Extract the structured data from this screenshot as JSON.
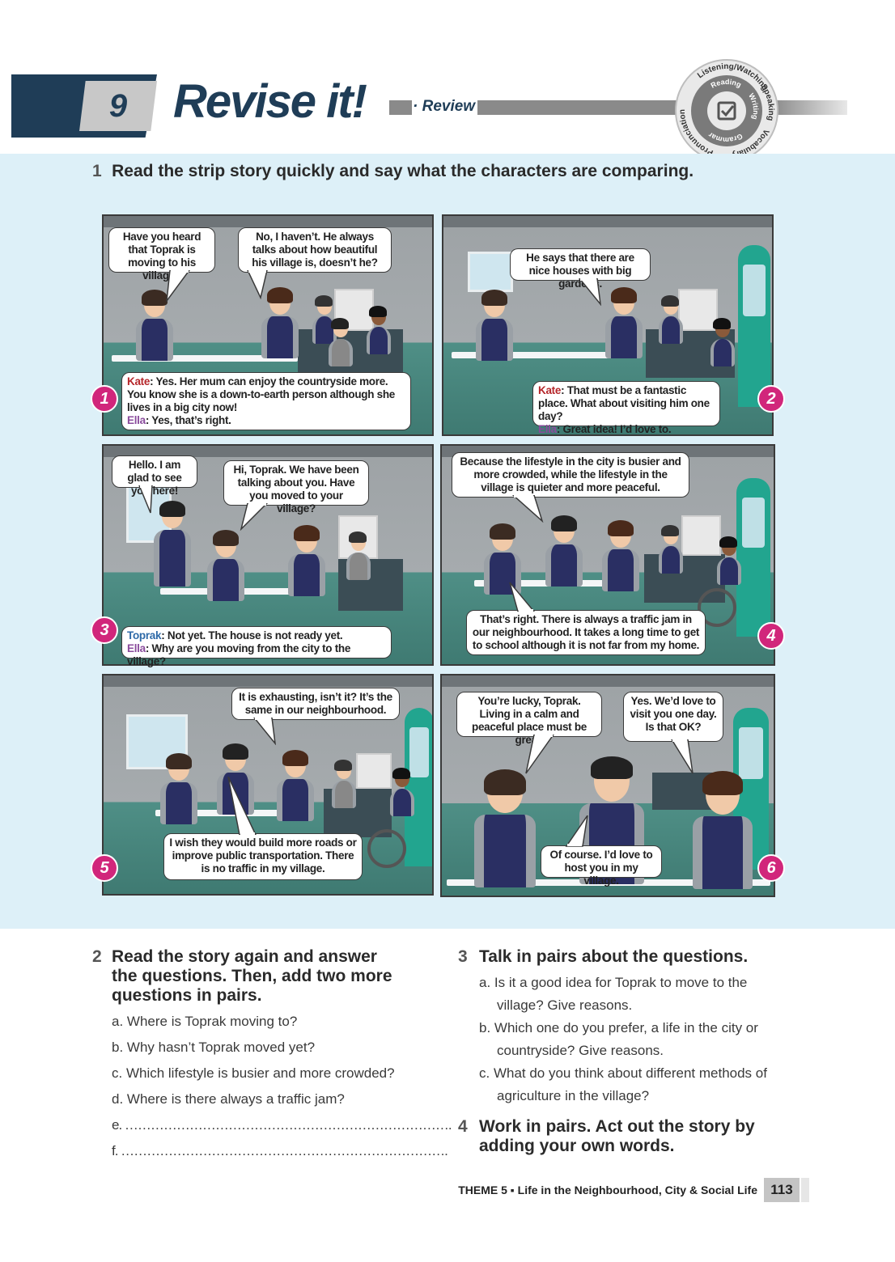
{
  "header": {
    "unit_number": "9",
    "title": "Revise it!",
    "subtitle": "· Review",
    "skills": [
      "Listening/Watching",
      "Speaking",
      "Vocabulary",
      "Pronunciation",
      "Writing",
      "Reading",
      "Grammar"
    ]
  },
  "exercise1": {
    "number": "1",
    "instruction": "Read the strip story quickly and say what the characters are comparing."
  },
  "panels": [
    {
      "number": "1",
      "bubbles": [
        "Have you heard that Toprak is moving to his village?",
        "No, I haven’t. He always talks about how beautiful his village is, doesn’t he?"
      ],
      "caption": [
        {
          "speaker": "Kate",
          "text": ": Yes. Her mum can enjoy the countryside more. You know she is a down-to-earth person although she lives in a big city now!"
        },
        {
          "speaker": "Ella",
          "text": ": Yes, that’s right."
        }
      ]
    },
    {
      "number": "2",
      "bubbles": [
        "He says that there are nice houses with big gardens."
      ],
      "caption": [
        {
          "speaker": "Kate",
          "text": ": That must be a fantastic place. What about visiting him one day?"
        },
        {
          "speaker": "Ella",
          "text": ": Great idea! I’d love to."
        }
      ]
    },
    {
      "number": "3",
      "bubbles": [
        "Hello. I am glad to see you here!",
        "Hi, Toprak. We have been talking about you. Have you moved to your village?"
      ],
      "caption": [
        {
          "speaker": "Toprak",
          "text": ": Not yet. The house is not ready yet."
        },
        {
          "speaker": "Ella",
          "text": ": Why are you moving from the city to the village?"
        }
      ]
    },
    {
      "number": "4",
      "bubbles": [
        "Because the lifestyle in the city is busier and more crowded, while the lifestyle in the village is quieter and more peaceful.",
        "That’s right. There is always a traffic jam in our neighbourhood. It takes a long time to get to school although it is not far from my home."
      ]
    },
    {
      "number": "5",
      "bubbles": [
        "It is exhausting, isn’t it? It’s the same in our neighbourhood.",
        "I wish they would build more roads or improve public transportation. There is no traffic in my village."
      ]
    },
    {
      "number": "6",
      "bubbles": [
        "You’re lucky, Toprak. Living in a calm and peaceful place must be great.",
        "Yes. We’d love to visit you one day. Is that OK?",
        "Of course. I’d love to host you in my village."
      ]
    }
  ],
  "exercise2": {
    "number": "2",
    "instruction": [
      "Read the story again and answer",
      "the questions. Then, add two more",
      "questions in pairs."
    ],
    "questions": [
      "a. Where is Toprak moving to?",
      "b. Why hasn’t Toprak moved yet?",
      "c. Which lifestyle is busier and more crowded?",
      "d. Where is there always a traffic jam?",
      "e. ………………………………………………………………….",
      "f.  …………………………………………………………………."
    ]
  },
  "exercise3": {
    "number": "3",
    "instruction": "Talk in pairs about the questions.",
    "questions": [
      [
        "a. Is it a good idea for Toprak to move to the",
        "village? Give reasons."
      ],
      [
        "b. Which one do you prefer, a life in the city or",
        "countryside? Give reasons."
      ],
      [
        "c. What do you think about different methods of",
        "agriculture in the village?"
      ]
    ]
  },
  "exercise4": {
    "number": "4",
    "instruction": [
      "Work in pairs. Act out the story by",
      "adding your own words."
    ]
  },
  "footer": {
    "theme": "THEME 5 ▪ Life in the Neighbourhood, City & Social Life",
    "page_number": "113"
  },
  "colors": {
    "navy": "#1f3d57",
    "panel_number": "#d1267b",
    "kate": "#b5262a",
    "ella": "#8a4b9c",
    "toprak": "#2e6aa8",
    "section_bg": "#ddf0f8"
  }
}
